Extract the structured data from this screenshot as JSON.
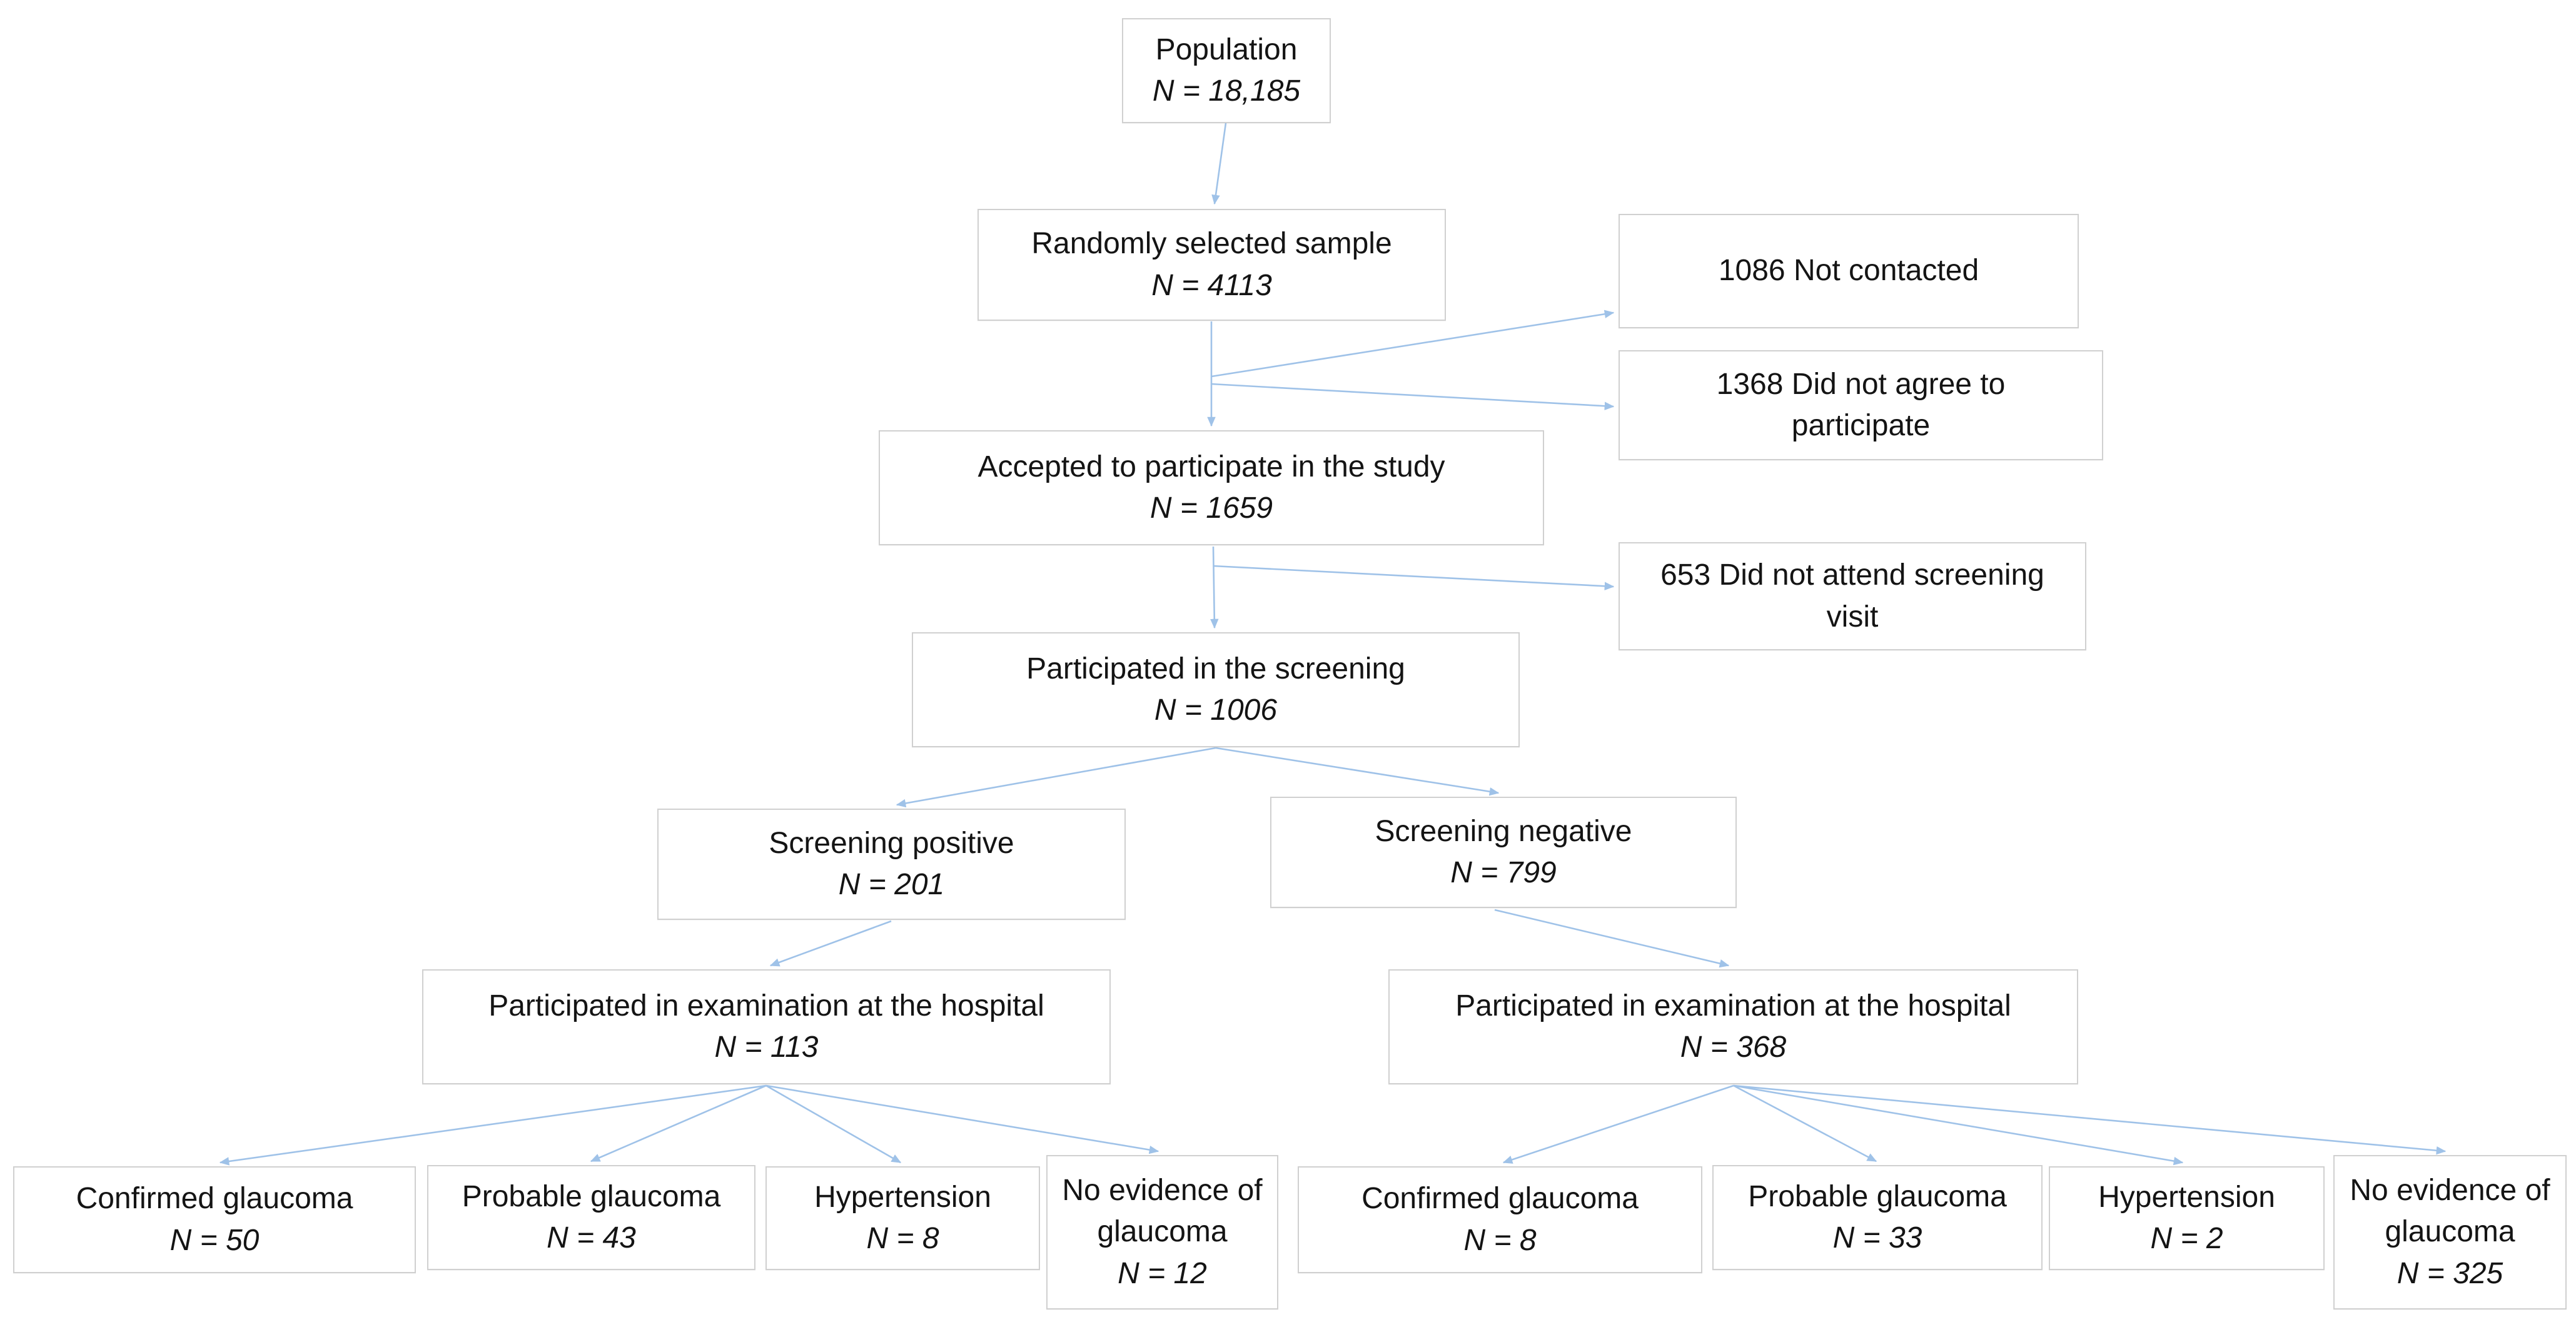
{
  "diagram": {
    "type": "flowchart",
    "description": "Glaucoma screening study participant flow diagram",
    "colors": {
      "connector": "#9fc2e8",
      "box_border": "#d0d0d0",
      "box_fill": "#ffffff",
      "text": "#141414"
    },
    "nodes": {
      "population": {
        "label": "Population",
        "n": "N = 18,185"
      },
      "random_sample": {
        "label": "Randomly selected sample",
        "n": "N = 4113"
      },
      "not_contacted": {
        "label": "1086 Not contacted"
      },
      "did_not_agree": {
        "label": "1368 Did not agree to participate"
      },
      "accepted": {
        "label": "Accepted to participate in the study",
        "n": "N = 1659"
      },
      "did_not_attend": {
        "label": "653 Did not attend screening visit"
      },
      "screened": {
        "label": "Participated in the screening",
        "n": "N = 1006"
      },
      "positive": {
        "label": "Screening positive",
        "n": "N = 201"
      },
      "negative": {
        "label": "Screening negative",
        "n": "N = 799"
      },
      "hospital_pos": {
        "label": "Participated in examination at the hospital",
        "n": "N = 113"
      },
      "hospital_neg": {
        "label": "Participated in examination at the hospital",
        "n": "N = 368"
      },
      "pos_confirmed": {
        "label": "Confirmed glaucoma",
        "n": "N = 50"
      },
      "pos_probable": {
        "label": "Probable glaucoma",
        "n": "N = 43"
      },
      "pos_hypertension": {
        "label": "Hypertension",
        "n": "N = 8"
      },
      "pos_no_evidence": {
        "label": "No evidence of glaucoma",
        "n": "N = 12"
      },
      "neg_confirmed": {
        "label": "Confirmed glaucoma",
        "n": "N = 8"
      },
      "neg_probable": {
        "label": "Probable glaucoma",
        "n": "N = 33"
      },
      "neg_hypertension": {
        "label": "Hypertension",
        "n": "N = 2"
      },
      "neg_no_evidence": {
        "label": "No evidence of glaucoma",
        "n": "N = 325"
      }
    }
  }
}
